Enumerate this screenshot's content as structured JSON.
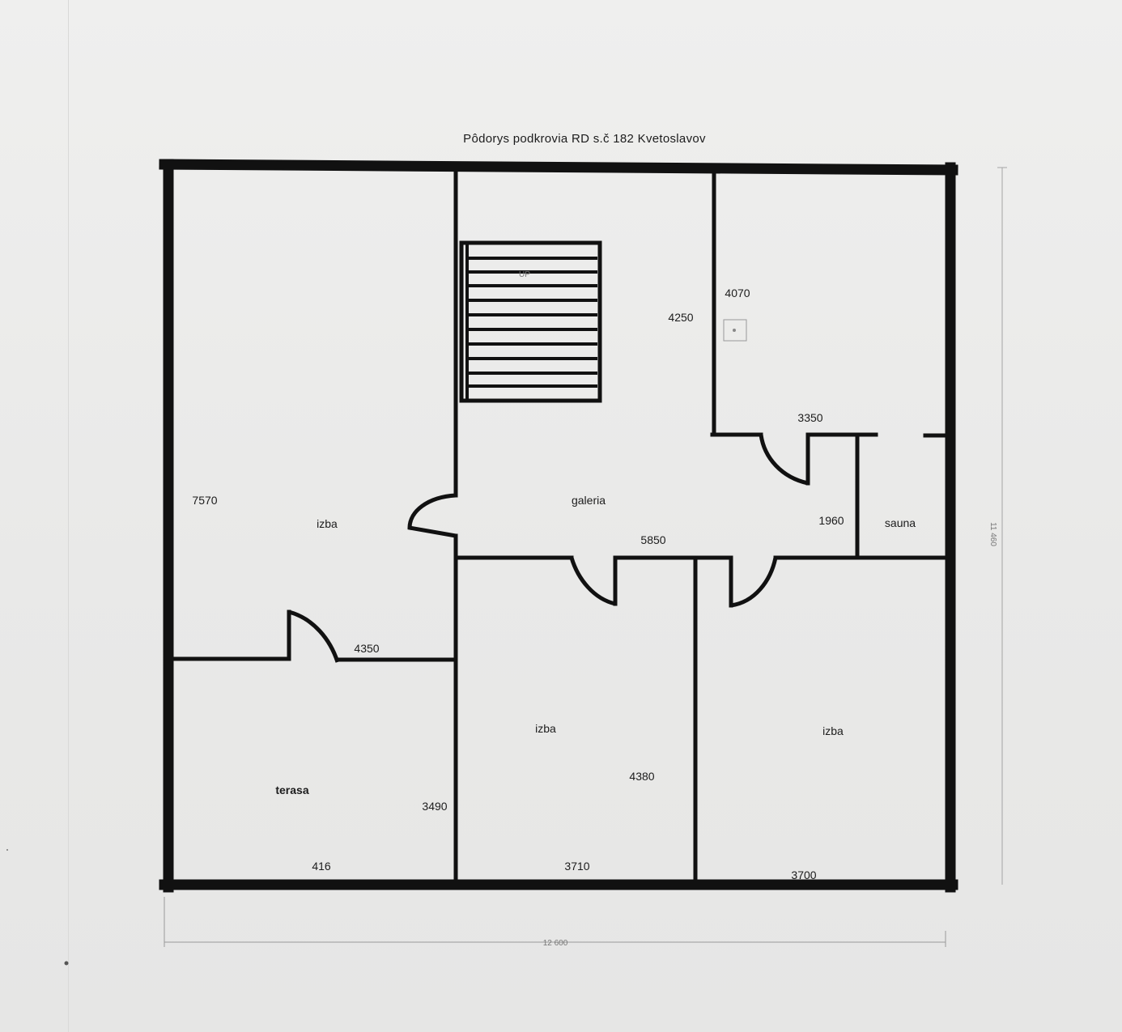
{
  "title": "Pôdorys podkrovia  RD s.č 182  Kvetoslavov",
  "rooms": {
    "izba_left": "izba",
    "galeria": "galeria",
    "sauna": "sauna",
    "terasa": "terasa",
    "izba_mid": "izba",
    "izba_right": "izba"
  },
  "stair_label": "UP",
  "dimensions": {
    "d7570": "7570",
    "d4250": "4250",
    "d4070": "4070",
    "d3350": "3350",
    "d5850": "5850",
    "d1960": "1960",
    "d4350": "4350",
    "d4380": "4380",
    "d3490": "3490",
    "d416": "416",
    "d3710": "3710",
    "d3700": "3700",
    "total_width": "12 600",
    "total_height": "11 460"
  }
}
